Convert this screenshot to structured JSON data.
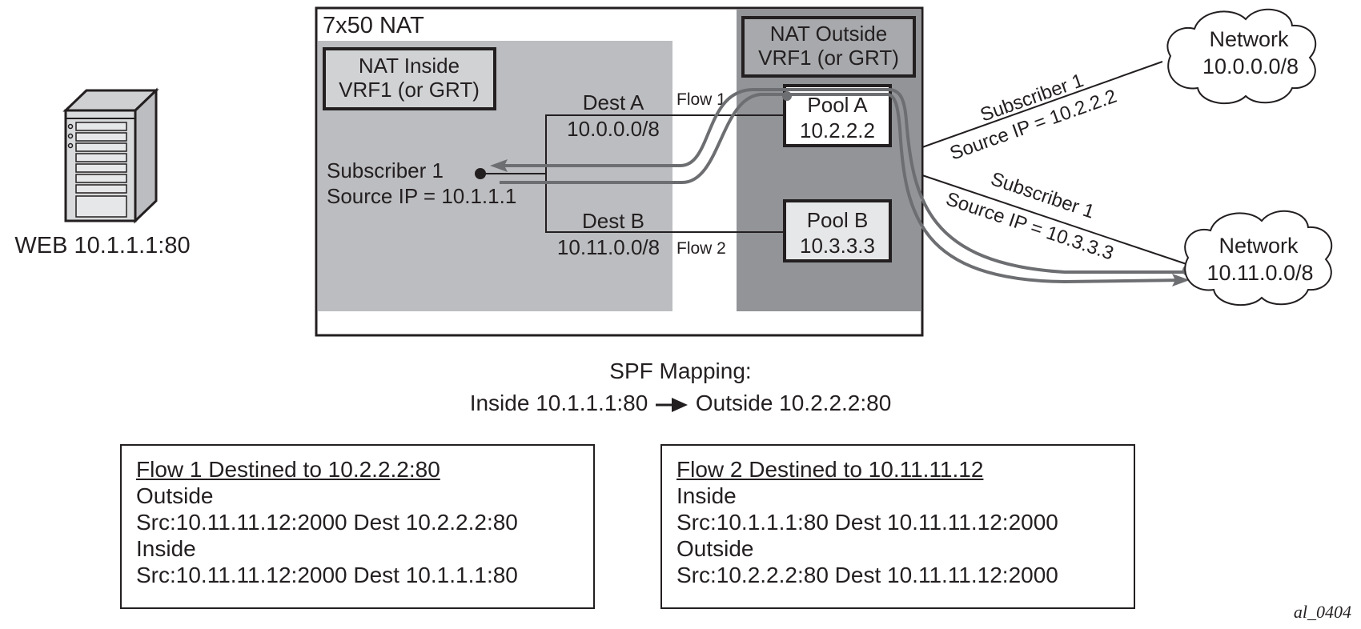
{
  "server": {
    "icon": "server-tower-icon",
    "label": "WEB 10.1.1.1:80"
  },
  "router": {
    "title": "7x50 NAT",
    "inside_vrf": {
      "line1": "NAT Inside",
      "line2": "VRF1 (or GRT)"
    },
    "outside_vrf": {
      "line1": "NAT Outside",
      "line2": "VRF1 (or GRT)"
    },
    "subscriber": {
      "line1": "Subscriber 1",
      "line2": "Source IP = 10.1.1.1"
    },
    "dest_a": {
      "label": "Dest A",
      "prefix": "10.0.0.0/8"
    },
    "dest_b": {
      "label": "Dest B",
      "prefix": "10.11.0.0/8"
    },
    "flow1_label": "Flow 1",
    "flow2_label": "Flow 2",
    "pool_a": {
      "line1": "Pool A",
      "line2": "10.2.2.2"
    },
    "pool_b": {
      "line1": "Pool B",
      "line2": "10.3.3.3"
    }
  },
  "links": {
    "upper": {
      "line1": "Subscriber 1",
      "line2": "Source IP = 10.2.2.2"
    },
    "lower": {
      "line1": "Subscriber 1",
      "line2": "Source IP = 10.3.3.3"
    }
  },
  "networks": [
    {
      "line1": "Network",
      "line2": "10.0.0.0/8"
    },
    {
      "line1": "Network",
      "line2": "10.11.0.0/8"
    }
  ],
  "spf": {
    "title": "SPF Mapping:",
    "inside": "Inside 10.1.1.1:80",
    "arrow_icon": "right-arrow-icon",
    "outside": "Outside 10.2.2.2:80"
  },
  "flow_boxes": [
    {
      "title": "Flow 1 Destined to 10.2.2.2:80",
      "lines": [
        "Outside",
        "Src:10.11.11.12:2000 Dest 10.2.2.2:80",
        "Inside",
        "Src:10.11.11.12:2000 Dest 10.1.1.1:80"
      ]
    },
    {
      "title": "Flow 2 Destined to 10.11.11.12",
      "lines": [
        "Inside",
        "Src:10.1.1.1:80 Dest 10.11.11.12:2000",
        "Outside",
        "Src:10.2.2.2:80 Dest 10.11.11.12:2000"
      ]
    }
  ],
  "figure_id": "al_0404",
  "colors": {
    "inside_zone": "#bcbdc0",
    "outside_zone": "#929497",
    "flow_path": "#6d6e71",
    "ink": "#231f20"
  }
}
